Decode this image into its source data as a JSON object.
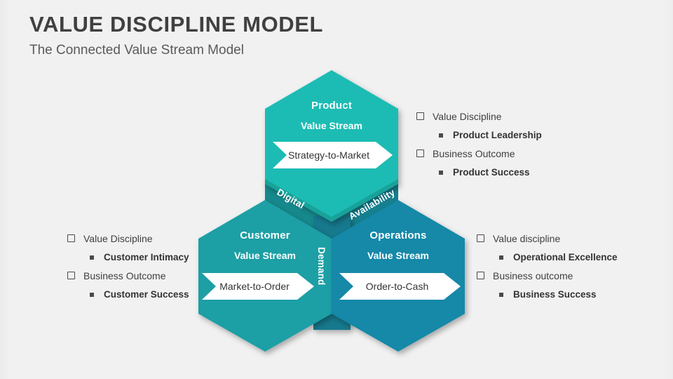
{
  "header": {
    "title": "VALUE DISCIPLINE MODEL",
    "subtitle": "The Connected Value Stream Model"
  },
  "colors": {
    "background": "#f1f1f1",
    "product": "#1cbcb4",
    "customer": "#1b9fa5",
    "operations": "#1888a8",
    "product_dark": "#17998f",
    "customer_dark": "#16818a",
    "operations_dark": "#16788f",
    "chevron": "#ffffff",
    "text_dark": "#3f3f3f"
  },
  "hexagons": [
    {
      "id": "product",
      "title": "Product",
      "subtitle": "Value Stream",
      "stream": "Strategy-to-Market"
    },
    {
      "id": "customer",
      "title": "Customer",
      "subtitle": "Value Stream",
      "stream": "Market-to-Order"
    },
    {
      "id": "operations",
      "title": "Operations",
      "subtitle": "Value Stream",
      "stream": "Order-to-Cash"
    }
  ],
  "connectors": [
    {
      "id": "digital",
      "label": "Digital"
    },
    {
      "id": "availability",
      "label": "Availability"
    },
    {
      "id": "demand",
      "label": "Demand"
    }
  ],
  "annotations": {
    "product": {
      "discipline_label": "Value Discipline",
      "discipline_value": "Product Leadership",
      "outcome_label": "Business Outcome",
      "outcome_value": "Product Success"
    },
    "customer": {
      "discipline_label": "Value Discipline",
      "discipline_value": "Customer Intimacy",
      "outcome_label": "Business Outcome",
      "outcome_value": "Customer Success"
    },
    "operations": {
      "discipline_label": "Value discipline",
      "discipline_value": "Operational Excellence",
      "outcome_label": "Business outcome",
      "outcome_value": "Business Success"
    }
  }
}
